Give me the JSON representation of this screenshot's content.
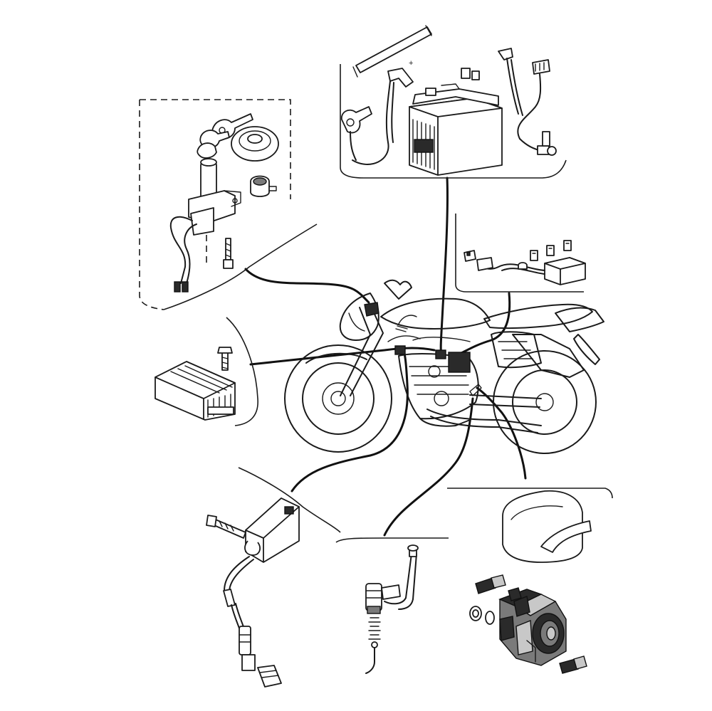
{
  "diagram": {
    "kind": "motorcycle-electrical-components-exploded-view",
    "colors": {
      "line": "#1a1a1a",
      "background": "#ffffff",
      "dark_fill": "#2a2a2a",
      "mid_fill": "#7a7a7a",
      "light_fill": "#c8c8c8"
    },
    "components": [
      {
        "id": "ignition-switch",
        "icon": "ignition-key-switch-icon"
      },
      {
        "id": "battery",
        "icon": "battery-icon"
      },
      {
        "id": "fuse-box",
        "icon": "fuse-box-icon"
      },
      {
        "id": "rectifier-regulator",
        "icon": "rectifier-regulator-icon"
      },
      {
        "id": "ignition-coil",
        "icon": "ignition-coil-icon"
      },
      {
        "id": "neutral-switch",
        "icon": "switch-sensor-icon"
      },
      {
        "id": "starter-relay",
        "icon": "starter-relay-icon"
      }
    ]
  }
}
